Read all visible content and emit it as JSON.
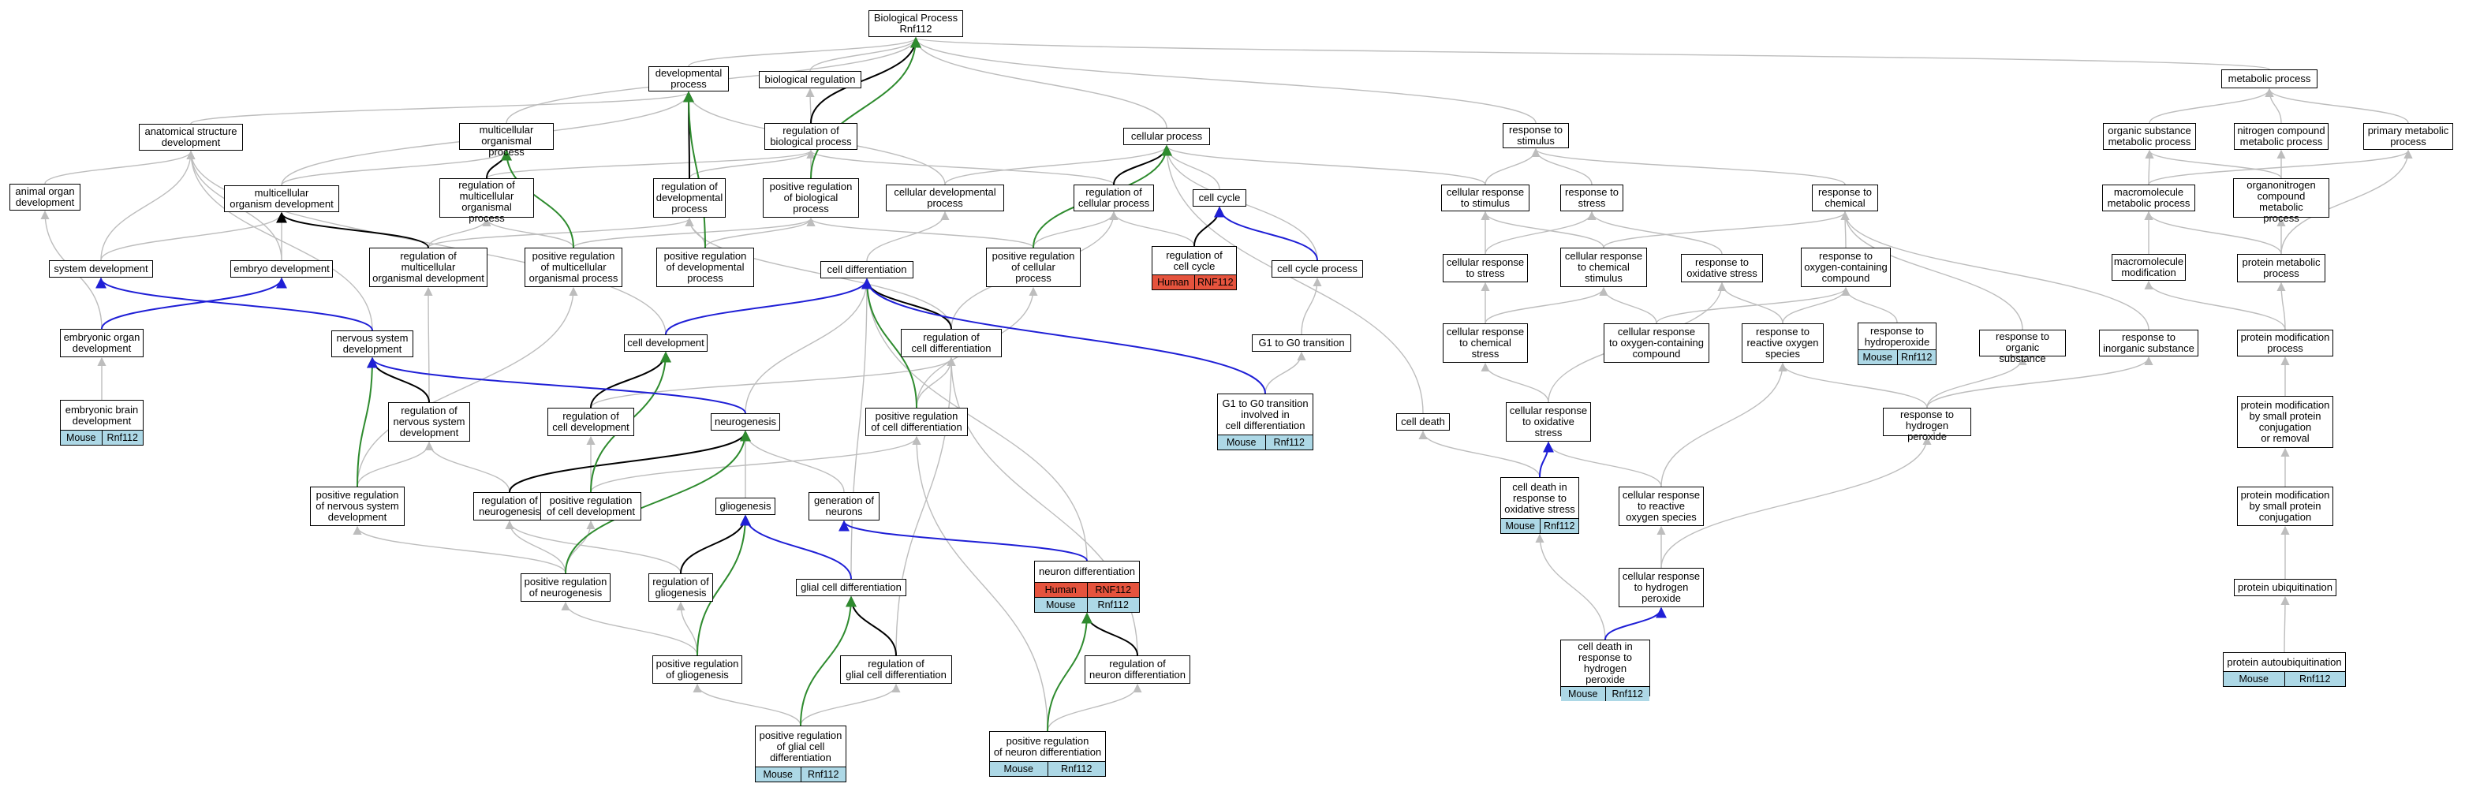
{
  "colors": {
    "is_a": "#bdbdbd",
    "part_of": "#000000",
    "regulates": "#2e8b2e",
    "positively_regulates": "#1f1fd6",
    "mouse": "#add8e6",
    "human": "#e5533d"
  },
  "nodes": {
    "bp": {
      "label": "Biological Process\nRnf112"
    },
    "dev_proc": {
      "label": "developmental\nprocess"
    },
    "bio_reg": {
      "label": "biological regulation"
    },
    "reg_bio_proc": {
      "label": "regulation of\nbiological process"
    },
    "cell_proc": {
      "label": "cellular process"
    },
    "resp_stim": {
      "label": "response to\nstimulus"
    },
    "met_proc": {
      "label": "metabolic process"
    },
    "anat_dev": {
      "label": "anatomical structure\ndevelopment"
    },
    "mc_org_proc": {
      "label": "multicellular\norganismal process"
    },
    "org_sub_met": {
      "label": "organic substance\nmetabolic process"
    },
    "nit_met": {
      "label": "nitrogen compound\nmetabolic process"
    },
    "prim_met": {
      "label": "primary metabolic\nprocess"
    },
    "animal_organ": {
      "label": "animal organ\ndevelopment"
    },
    "mc_org_dev": {
      "label": "multicellular\norganism development"
    },
    "reg_mc_org_proc": {
      "label": "regulation of\nmulticellular\norganismal process"
    },
    "reg_dev_proc": {
      "label": "regulation of\ndevelopmental\nprocess"
    },
    "pos_reg_bio": {
      "label": "positive regulation\nof biological\nprocess"
    },
    "cell_dev_proc": {
      "label": "cellular developmental\nprocess"
    },
    "reg_cell_proc": {
      "label": "regulation of\ncellular process"
    },
    "cell_cycle": {
      "label": "cell cycle"
    },
    "cell_resp_stim": {
      "label": "cellular response\nto stimulus"
    },
    "resp_stress": {
      "label": "response to\nstress"
    },
    "resp_chem": {
      "label": "response to\nchemical"
    },
    "macro_met": {
      "label": "macromolecule\nmetabolic process"
    },
    "orgn_met": {
      "label": "organonitrogen\ncompound metabolic\nprocess"
    },
    "sys_dev": {
      "label": "system development"
    },
    "embryo_dev": {
      "label": "embryo development"
    },
    "reg_mc_org_dev": {
      "label": "regulation of\nmulticellular\norganismal development"
    },
    "pos_reg_mc_org": {
      "label": "positive regulation\nof multicellular\norganismal process"
    },
    "pos_reg_dev": {
      "label": "positive regulation\nof developmental\nprocess"
    },
    "pos_reg_cell_proc": {
      "label": "positive regulation\nof cellular\nprocess"
    },
    "reg_cell_cycle": {
      "label": "regulation of\ncell cycle",
      "annotations": [
        [
          "Human",
          "RNF112"
        ]
      ]
    },
    "cell_cycle_proc": {
      "label": "cell cycle process"
    },
    "cell_resp_stress": {
      "label": "cellular response\nto stress"
    },
    "cell_resp_chem": {
      "label": "cellular response\nto chemical\nstimulus"
    },
    "resp_ox": {
      "label": "response to\noxidative stress"
    },
    "resp_oxy": {
      "label": "response to\noxygen-containing\ncompound"
    },
    "macro_mod": {
      "label": "macromolecule\nmodification"
    },
    "prot_met": {
      "label": "protein metabolic\nprocess"
    },
    "cell_diff": {
      "label": "cell differentiation"
    },
    "embryonic_organ": {
      "label": "embryonic organ\ndevelopment"
    },
    "nerv_sys": {
      "label": "nervous system\ndevelopment"
    },
    "cell_dev": {
      "label": "cell development"
    },
    "reg_cell_diff": {
      "label": "regulation of\ncell differentiation"
    },
    "g1_g0": {
      "label": "G1 to G0 transition"
    },
    "cell_resp_chem_stress": {
      "label": "cellular response\nto chemical\nstress"
    },
    "cell_resp_oxy": {
      "label": "cellular response\nto oxygen-containing\ncompound"
    },
    "resp_ros": {
      "label": "response to\nreactive oxygen\nspecies"
    },
    "resp_h2o2": {
      "label": "response to\nhydroperoxide",
      "annotations": [
        [
          "Mouse",
          "Rnf112"
        ]
      ]
    },
    "resp_org_sub": {
      "label": "response to\norganic substance"
    },
    "resp_inorg": {
      "label": "response to\ninorganic substance"
    },
    "prot_mod_proc": {
      "label": "protein modification\nprocess"
    },
    "embryonic_brain": {
      "label": "embryonic brain\ndevelopment",
      "annotations": [
        [
          "Mouse",
          "Rnf112"
        ]
      ]
    },
    "reg_nerv_sys": {
      "label": "regulation of\nnervous system\ndevelopment"
    },
    "reg_cell_dev": {
      "label": "regulation of\ncell development"
    },
    "neurogenesis": {
      "label": "neurogenesis"
    },
    "pos_reg_cell_diff": {
      "label": "positive regulation\nof cell differentiation"
    },
    "g1_g0_diff": {
      "label": "G1 to G0 transition\ninvolved in\ncell differentiation",
      "annotations": [
        [
          "Mouse",
          "Rnf112"
        ]
      ]
    },
    "cell_death": {
      "label": "cell death"
    },
    "cell_resp_ox": {
      "label": "cellular response\nto oxidative\nstress"
    },
    "resp_hydrogen_peroxide": {
      "label": "response to\nhydrogen peroxide"
    },
    "prot_mod_conj_rem": {
      "label": "protein modification\nby small protein\nconjugation\nor removal"
    },
    "pos_reg_nerv_sys": {
      "label": "positive regulation\nof nervous system\ndevelopment"
    },
    "reg_neurogenesis": {
      "label": "regulation of\nneurogenesis"
    },
    "pos_reg_cell_dev": {
      "label": "positive regulation\nof cell development"
    },
    "gliogenesis": {
      "label": "gliogenesis"
    },
    "gen_neurons": {
      "label": "generation of\nneurons"
    },
    "cell_death_ox": {
      "label": "cell death in\nresponse to\noxidative stress",
      "annotations": [
        [
          "Mouse",
          "Rnf112"
        ]
      ]
    },
    "cell_resp_ros": {
      "label": "cellular response\nto reactive\noxygen species"
    },
    "prot_mod_conj": {
      "label": "protein modification\nby small protein\nconjugation"
    },
    "neuron_diff": {
      "label": "neuron differentiation",
      "annotations": [
        [
          "Human",
          "RNF112"
        ],
        [
          "Mouse",
          "Rnf112"
        ]
      ]
    },
    "pos_reg_neurogenesis": {
      "label": "positive regulation\nof neurogenesis"
    },
    "reg_gliogenesis": {
      "label": "regulation of\ngliogenesis"
    },
    "glial_diff": {
      "label": "glial cell differentiation"
    },
    "cell_resp_h2o2": {
      "label": "cellular response\nto hydrogen\nperoxide"
    },
    "prot_ubiq": {
      "label": "protein ubiquitination"
    },
    "pos_reg_glio": {
      "label": "positive regulation\nof gliogenesis"
    },
    "reg_glial_diff": {
      "label": "regulation of\nglial cell differentiation"
    },
    "reg_neuron_diff": {
      "label": "regulation of\nneuron differentiation"
    },
    "cell_death_h2o2": {
      "label": "cell death in\nresponse to\nhydrogen peroxide",
      "annotations": [
        [
          "Mouse",
          "Rnf112"
        ]
      ]
    },
    "prot_autoubiq": {
      "label": "protein autoubiquitination",
      "annotations": [
        [
          "Mouse",
          "Rnf112"
        ]
      ]
    },
    "pos_reg_glial_diff": {
      "label": "positive regulation\nof glial cell\ndifferentiation",
      "annotations": [
        [
          "Mouse",
          "Rnf112"
        ]
      ]
    },
    "pos_reg_neuron_diff": {
      "label": "positive regulation\nof neuron differentiation",
      "annotations": [
        [
          "Mouse",
          "Rnf112"
        ]
      ]
    }
  }
}
